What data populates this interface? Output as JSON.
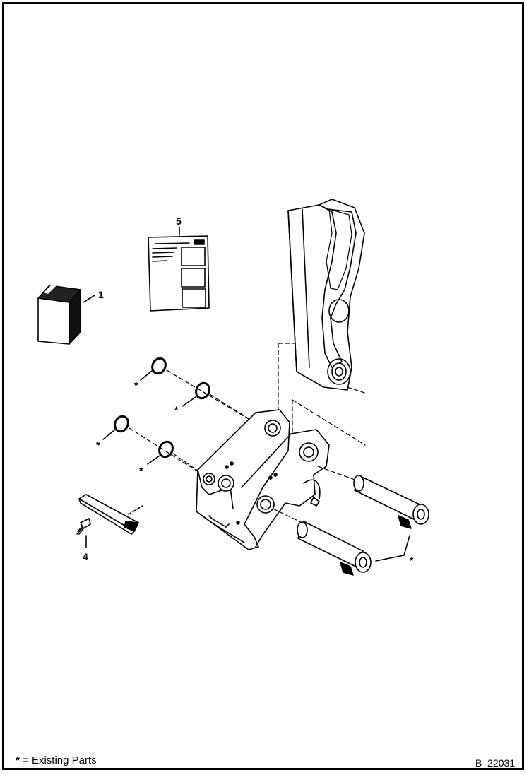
{
  "callouts": {
    "item_1": "1",
    "item_4": "4",
    "item_5": "5",
    "existing_marker": "*"
  },
  "legend": {
    "marker": "*",
    "text": " = Existing Parts"
  },
  "figure_number": "B–22031"
}
